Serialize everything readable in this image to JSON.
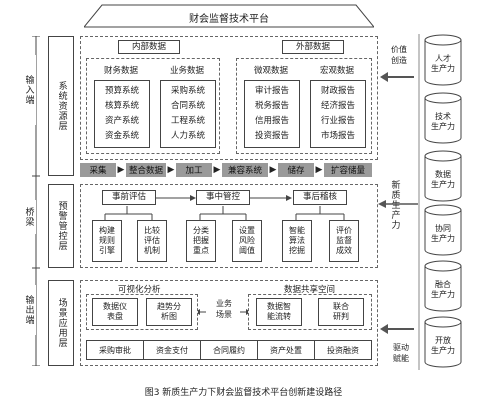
{
  "platform_title": "财会监督技术平台",
  "left_labels": {
    "input": "输入端",
    "bridge": "桥梁",
    "output": "输出端"
  },
  "layers": {
    "resource": "系统资源层",
    "control": "预警管控层",
    "scenario": "场景应用层"
  },
  "resource": {
    "internal_title": "内部数据",
    "external_title": "外部数据",
    "finance_title": "财务数据",
    "finance_items": [
      "预算系统",
      "核算系统",
      "资产系统",
      "资金系统"
    ],
    "business_title": "业务数据",
    "business_items": [
      "采购系统",
      "合同系统",
      "工程系统",
      "人力系统"
    ],
    "micro_title": "微观数据",
    "micro_items": [
      "审计报告",
      "税务报告",
      "信用报告",
      "投资报告"
    ],
    "macro_title": "宏观数据",
    "macro_items": [
      "财政报告",
      "经济报告",
      "行业报告",
      "市场报告"
    ]
  },
  "pipeline": [
    "采集",
    "整合数据",
    "加工",
    "兼容系统",
    "储存",
    "扩容储量"
  ],
  "control": {
    "stage1": "事前评估",
    "stage2": "事中管控",
    "stage3": "事后稽核",
    "items": [
      "构建\n规则\n引擎",
      "比较\n评估\n机制",
      "分类\n把握\n重点",
      "设置\n风险\n阈值",
      "智能\n算法\n挖掘",
      "评价\n监督\n成效"
    ]
  },
  "scenario": {
    "visual_title": "可视化分析",
    "visual_items": [
      "数据仪\n表盘",
      "趋势分\n析图"
    ],
    "business_scene": "业务\n场景",
    "share_title": "数据共享空间",
    "share_items": [
      "数据智\n能流转",
      "联合\n研判"
    ],
    "bottom_items": [
      "采购审批",
      "资金支付",
      "合同履约",
      "资产处置",
      "投资融资"
    ]
  },
  "right": {
    "value_creation": "价值\n创造",
    "new_productivity": "新质生产力",
    "drive": "驱动\n赋能",
    "cylinders": [
      "人才\n生产力",
      "技术\n生产力",
      "数据\n生产力",
      "协同\n生产力",
      "融合\n生产力",
      "开放\n生产力"
    ]
  },
  "caption": "图3  新质生产力下财会监督技术平台创新建设路径"
}
